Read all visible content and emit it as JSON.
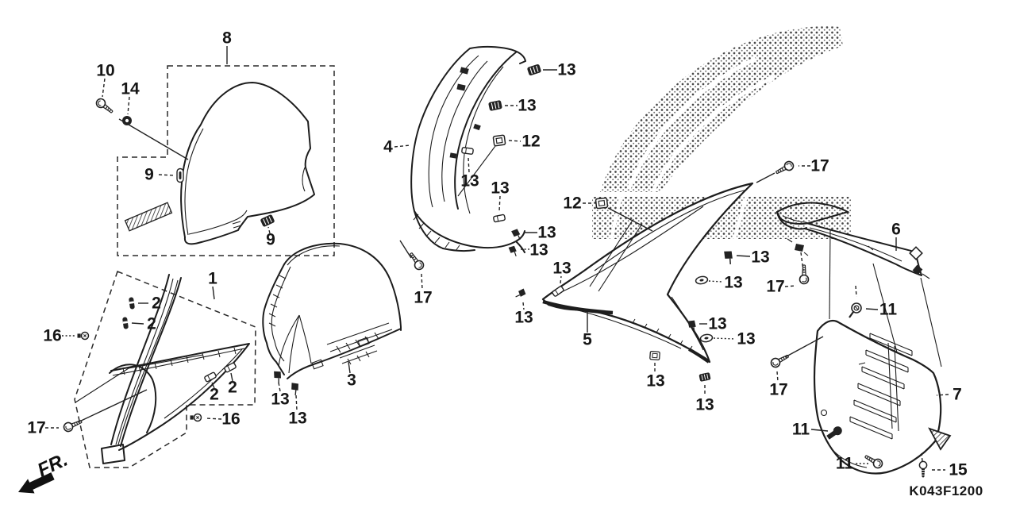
{
  "diagram": {
    "code": "K043F1200",
    "fr_label": "FR.",
    "background_color": "#ffffff",
    "line_color": "#1d1d1d"
  },
  "part_labels": {
    "p1": "1",
    "p2": "2",
    "p3": "3",
    "p4": "4",
    "p5": "5",
    "p6": "6",
    "p7": "7",
    "p8": "8",
    "p9": "9",
    "p10": "10",
    "p11": "11",
    "p12": "12",
    "p13": "13",
    "p14": "14",
    "p15": "15",
    "p16": "16",
    "p17": "17"
  }
}
